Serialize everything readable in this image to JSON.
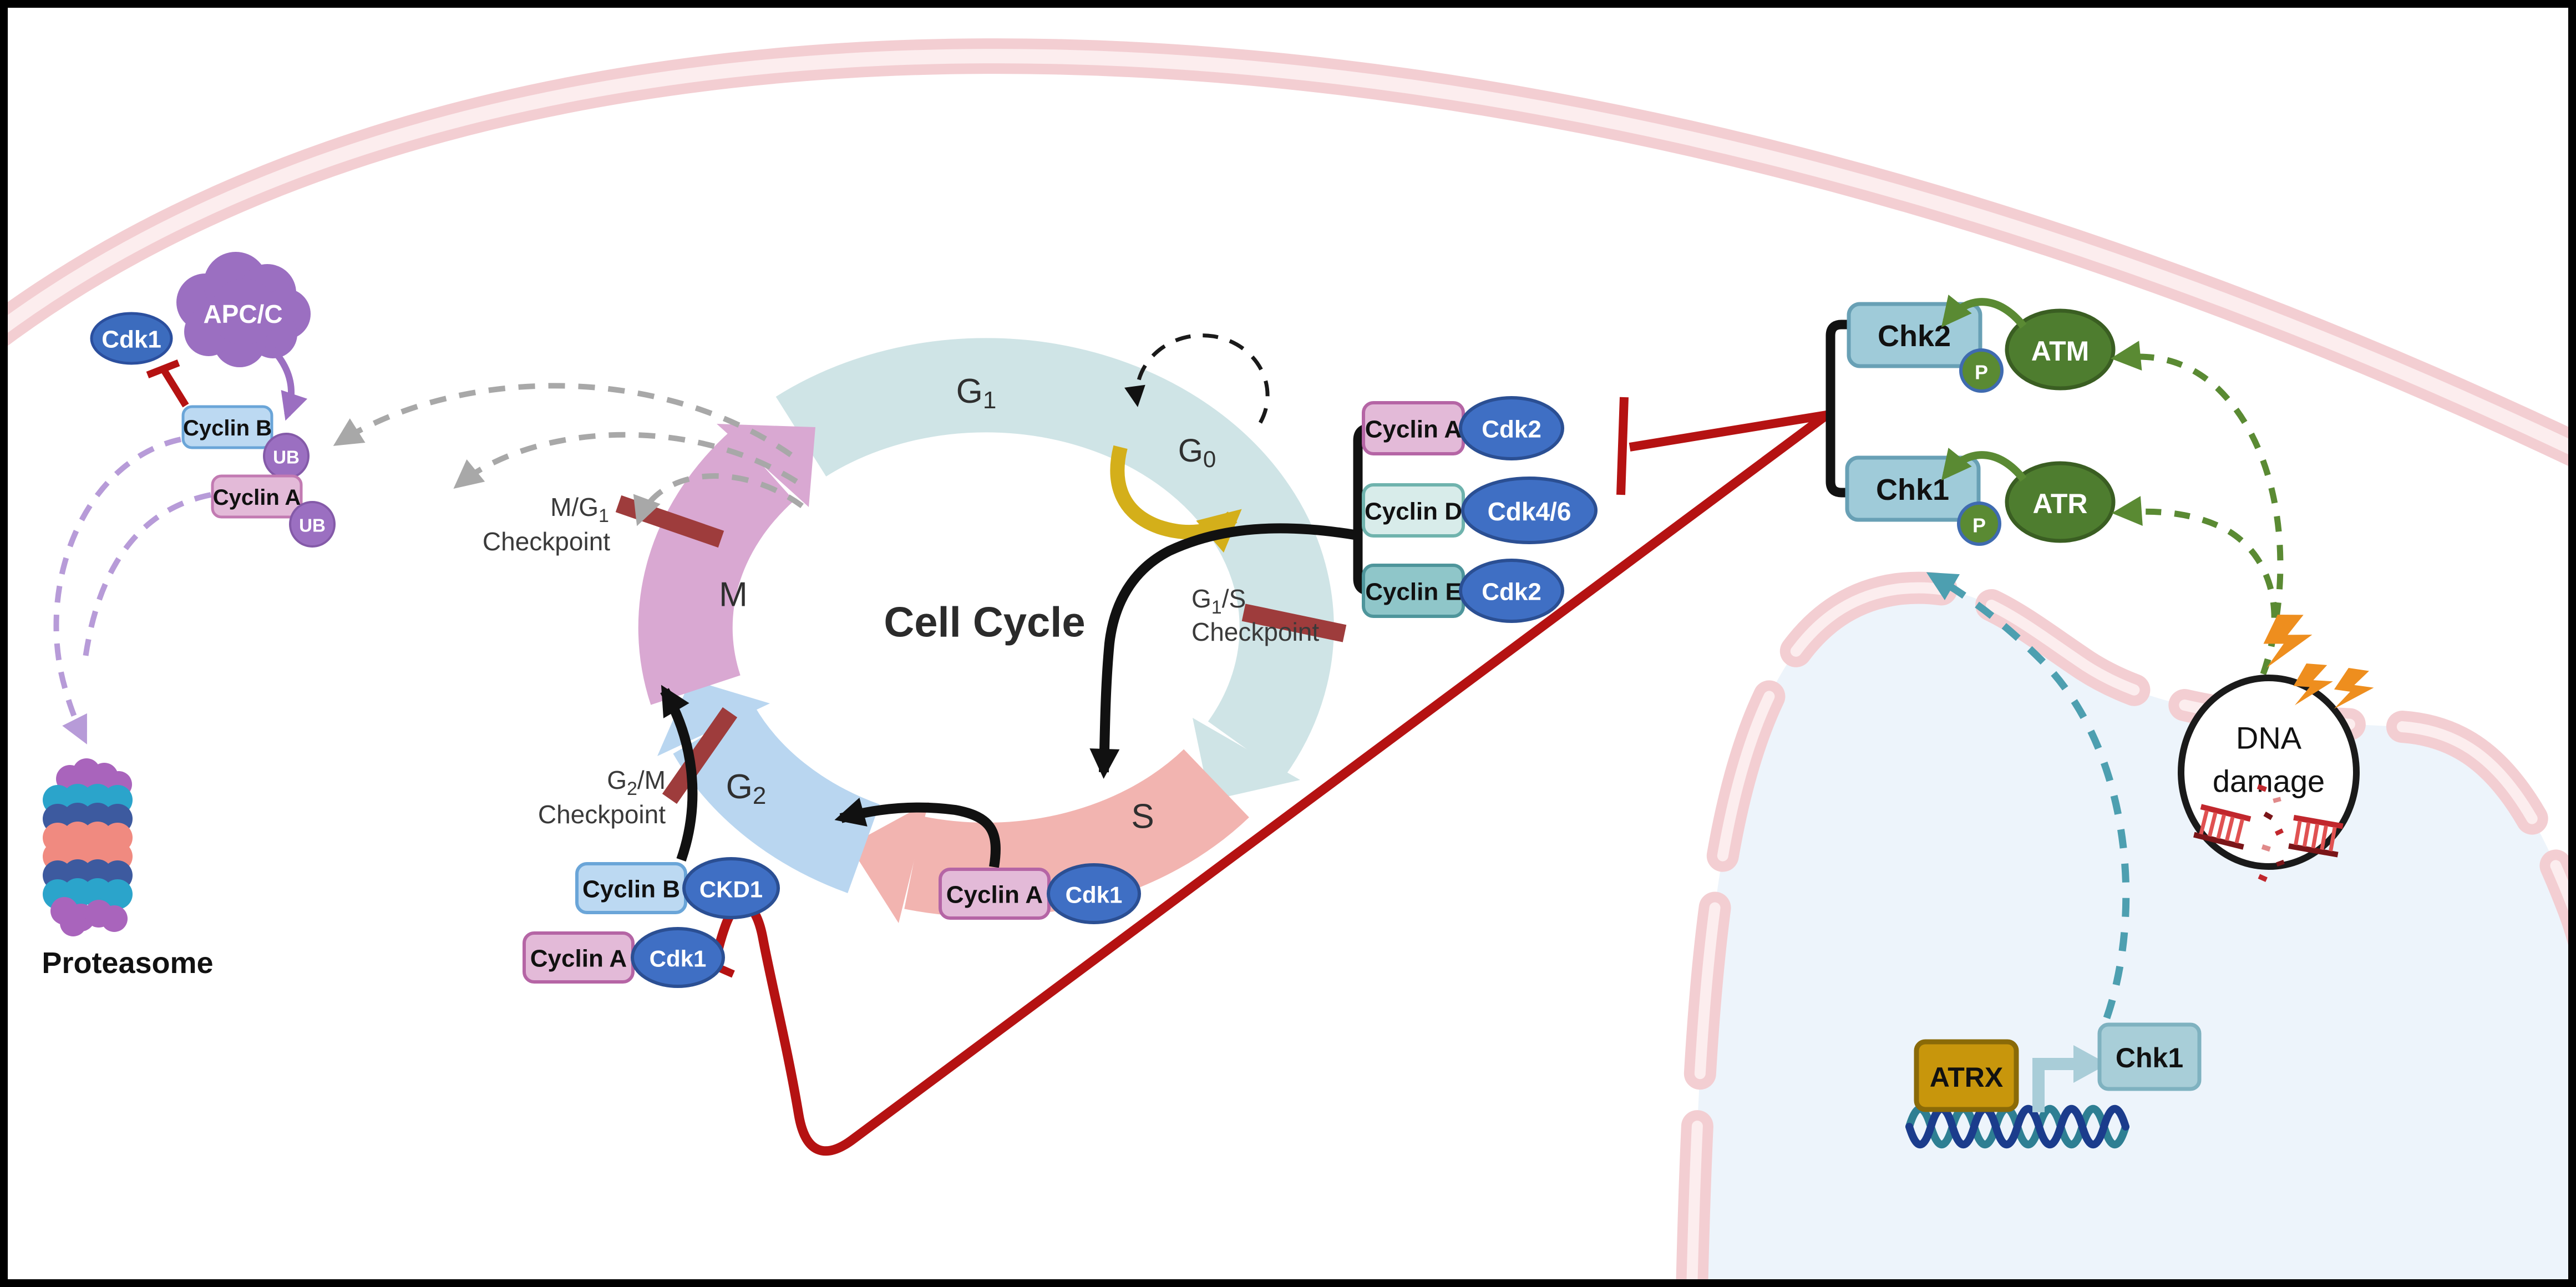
{
  "palette": {
    "membrane_pink": "#f3ced2",
    "membrane_highlight": "#fcedee",
    "nucleus_fill": "#edf4fb",
    "ring_g1": "#cfe4e6",
    "ring_s": "#f2b4b0",
    "ring_g2": "#b9d6f0",
    "ring_m": "#d9a8d2",
    "checkpoint_bar": "#9e3c3c",
    "inhibit_red": "#b51212",
    "kinase_blue": "#3c6cbe",
    "ubiquitin_purple": "#9b6fc1",
    "chk_teal": "#9fcbd9",
    "pathway_green": "#5a8a33",
    "atrx_gold": "#c8960c",
    "go_yellow": "#d4af1a"
  },
  "cell_cycle": {
    "title": "Cell Cycle",
    "phases": [
      {
        "id": "G1",
        "base": "G",
        "sub": "1"
      },
      {
        "id": "G0",
        "base": "G",
        "sub": "0"
      },
      {
        "id": "S",
        "base": "S",
        "sub": ""
      },
      {
        "id": "G2",
        "base": "G",
        "sub": "2"
      },
      {
        "id": "M",
        "base": "M",
        "sub": ""
      }
    ],
    "checkpoints": [
      {
        "id": "m-g1",
        "pre": "M/G",
        "sub": "1",
        "post": "",
        "line2": "Checkpoint"
      },
      {
        "id": "g1-s",
        "pre": "G",
        "sub": "1",
        "post": "/S",
        "line2": "Checkpoint"
      },
      {
        "id": "g2-m",
        "pre": "G",
        "sub": "2",
        "post": "/M",
        "line2": "Checkpoint"
      }
    ]
  },
  "degradation": {
    "cdk1": "Cdk1",
    "apc": "APC/C",
    "cyclin_b": "Cyclin B",
    "cyclin_b_tag": "UB",
    "cyclin_a": "Cyclin A",
    "cyclin_a_tag": "UB",
    "proteasome_label": "Proteasome"
  },
  "g1_s_complexes": {
    "rows": [
      {
        "cyclin": "Cyclin A",
        "kinase": "Cdk2"
      },
      {
        "cyclin": "Cyclin D",
        "kinase": "Cdk4/6"
      },
      {
        "cyclin": "Cyclin E",
        "kinase": "Cdk2"
      }
    ]
  },
  "g2_m_complexes": {
    "rows": [
      {
        "cyclin": "Cyclin B",
        "kinase": "CKD1"
      },
      {
        "cyclin": "Cyclin A",
        "kinase": "Cdk1"
      }
    ]
  },
  "s_complex": {
    "cyclin": "Cyclin A",
    "kinase": "Cdk1"
  },
  "checkpoint_kinases": {
    "chk2": "Chk2",
    "chk2_p": "P",
    "atm": "ATM",
    "chk1": "Chk1",
    "chk1_p": "P",
    "atr": "ATR"
  },
  "dna_damage": {
    "line1": "DNA",
    "line2": "damage"
  },
  "nucleus": {
    "atrx": "ATRX",
    "chk1_gene": "Chk1"
  }
}
